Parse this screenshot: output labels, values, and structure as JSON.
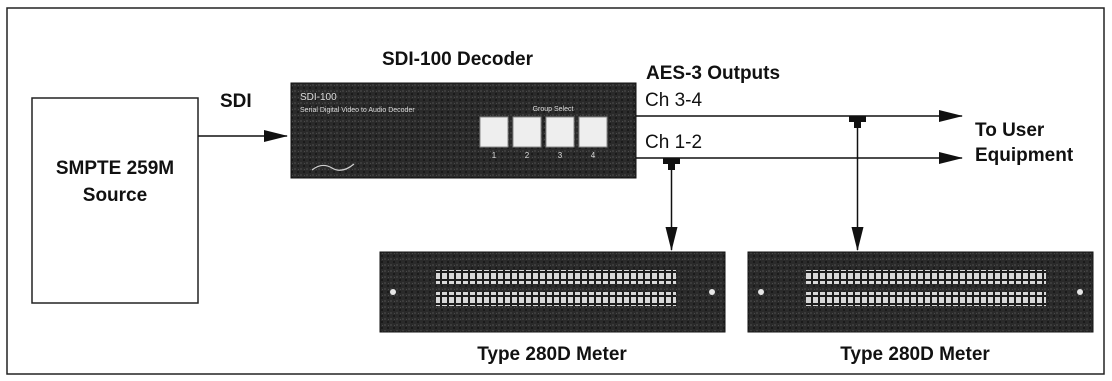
{
  "source": {
    "line1": "SMPTE 259M",
    "line2": "Source"
  },
  "sdi_label": "SDI",
  "decoder": {
    "title": "SDI-100 Decoder",
    "panel_model": "SDI-100",
    "panel_desc": "Serial Digital Video to Audio Decoder",
    "group_label": "Group Select",
    "buttons": [
      "1",
      "2",
      "3",
      "4"
    ]
  },
  "outputs": {
    "title": "AES-3 Outputs",
    "ch34": "Ch 3-4",
    "ch12": "Ch 1-2"
  },
  "destination": {
    "line1": "To User",
    "line2": "Equipment"
  },
  "meters": [
    {
      "label": "Type 280D Meter"
    },
    {
      "label": "Type 280D Meter"
    }
  ]
}
